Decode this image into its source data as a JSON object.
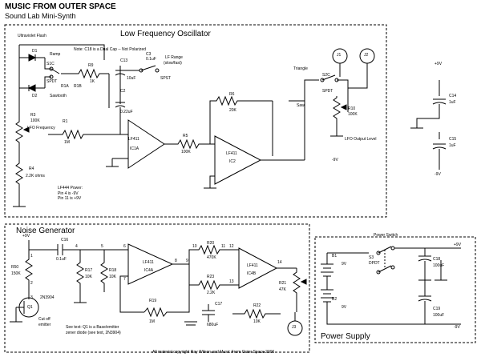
{
  "header": {
    "title": "MUSIC FROM OUTER SPACE",
    "subtitle": "Sound Lab Mini-Synth"
  },
  "lfo_section": {
    "title": "Low Frequency Oscillator",
    "tag": "Ultraviolet Flash",
    "note": "Note: C18 is a Dual Cap -- Not Polarized",
    "switch1": {
      "name": "S1C",
      "type": "SPDT",
      "pos_a": "Ramp",
      "pos_b": "Sawtooth",
      "pin_a": "R1A",
      "pin_b": "R1B"
    },
    "diode_a": "D1",
    "diode_b": "D2",
    "r9": {
      "name": "R9",
      "value": "1K"
    },
    "r1": {
      "name": "R1",
      "value": "1M"
    },
    "r3": {
      "name": "R3",
      "value": "100K"
    },
    "r3_label": "LFO Frequency",
    "r4": {
      "name": "R4",
      "value": "2.2K ohms"
    },
    "c13": {
      "name": "C13",
      "value": "10uF"
    },
    "c2": {
      "name": "C2",
      "value": "0.22uF"
    },
    "c3": {
      "name": "C3",
      "value": "0.1uF"
    },
    "lf_range": {
      "label": "LF Range",
      "values": "(slow/fast)",
      "type": "SPST"
    },
    "r6": {
      "name": "R6",
      "value": "20K"
    },
    "r5": {
      "name": "R5",
      "value": "100K"
    },
    "ic1": {
      "name": "LF411",
      "unit": "IC1A"
    },
    "ic2": {
      "name": "LF411",
      "unit": "IC2"
    },
    "triangle": "Triangle",
    "square": "Saw",
    "switch2": {
      "name": "S2C",
      "type": "SPDT"
    },
    "r10": {
      "name": "R10",
      "value": "100K"
    },
    "r10_label": "LFO Output Level",
    "neg9v": "-9V",
    "note2": "LF444 Power:\nPin 4 is -9V\nPin 11 is +9V",
    "jack_a": "J1",
    "jack_b": "J2"
  },
  "supply_caps": {
    "pos_label": "+9V",
    "c14": "C14",
    "c15": "C15",
    "c14_value": "1uF",
    "c15_value": "1uF",
    "neg_label": "-9V"
  },
  "noise_section": {
    "title": "Noise Generator",
    "pos9v": "+9V",
    "r50": {
      "name": "R50",
      "value": "150K"
    },
    "transistor": {
      "name": "Q1",
      "part": "2N3904"
    },
    "cut_label": "Cut off\nemitter",
    "c16": {
      "name": "C16",
      "value": "0.1uF"
    },
    "r17": {
      "name": "R17",
      "value": "10K"
    },
    "r18": {
      "name": "R18",
      "value": "10K"
    },
    "op_a": {
      "name": "LF411",
      "unit": "IC4A"
    },
    "r19": {
      "name": "R19",
      "value": "1M"
    },
    "r20": {
      "name": "R20",
      "value": "470K"
    },
    "op_b": {
      "name": "LF411",
      "unit": "IC4B"
    },
    "c17": {
      "name": "C17",
      "value": "680uF"
    },
    "r21": {
      "name": "R21",
      "value": "47K"
    },
    "r22": {
      "name": "R22",
      "value": "10K"
    },
    "r23": {
      "name": "R23",
      "value": "2.2K"
    },
    "jack": "J3",
    "pins": [
      "1",
      "2",
      "3",
      "4",
      "5",
      "6",
      "7",
      "8",
      "9",
      "10",
      "11",
      "12",
      "13",
      "14"
    ],
    "footnote": "See text: Q1 is a Base/emitter\nzener diode (see text, 2N3904)"
  },
  "power_section": {
    "title": "Power Supply",
    "switch_label": "Power Switch",
    "b1": "B1",
    "b2": "B2",
    "b1_value": "9V",
    "b2_value": "9V",
    "s3": {
      "name": "S3",
      "type": "DPDT"
    },
    "c18": {
      "name": "C18",
      "value": "100uF"
    },
    "c19": {
      "name": "C19",
      "value": "100uF"
    },
    "out_pos": "+9V",
    "out_neg": "-9V"
  },
  "footer": {
    "copyright": "All material copyright Ray Wilson and Music From Outer Space 2006"
  }
}
